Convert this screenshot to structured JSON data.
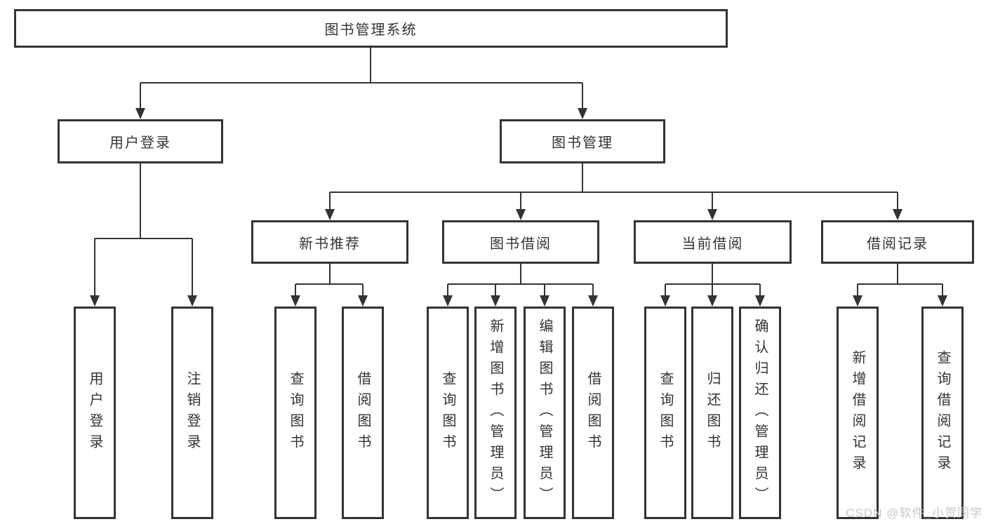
{
  "diagram": {
    "title": "图书管理系统",
    "nodes": {
      "root": {
        "label": "图书管理系统"
      },
      "user_login": {
        "label": "用户登录"
      },
      "book_mgmt": {
        "label": "图书管理"
      },
      "new_rec": {
        "label": "新书推荐"
      },
      "book_borrow": {
        "label": "图书借阅"
      },
      "current_borrow": {
        "label": "当前借阅"
      },
      "borrow_record": {
        "label": "借阅记录"
      },
      "leaf_user_login": {
        "label": "用户登录"
      },
      "leaf_logout": {
        "label": "注销登录"
      },
      "leaf_query_book_rec": {
        "label": "查询图书"
      },
      "leaf_borrow_book_rec": {
        "label": "借阅图书"
      },
      "leaf_query_book_borrow": {
        "label": "查询图书"
      },
      "leaf_add_book_admin": {
        "label": "新增图书（管理员）"
      },
      "leaf_edit_book_admin": {
        "label": "编辑图书（管理员）"
      },
      "leaf_borrow_book": {
        "label": "借阅图书"
      },
      "leaf_query_book_current": {
        "label": "查询图书"
      },
      "leaf_return_book": {
        "label": "归还图书"
      },
      "leaf_confirm_return_admin": {
        "label": "确认归还（管理员）"
      },
      "leaf_add_borrow_record": {
        "label": "新增借阅记录"
      },
      "leaf_query_borrow_record": {
        "label": "查询借阅记录"
      }
    },
    "edges": [
      {
        "from": "图书管理系统",
        "to": "用户登录"
      },
      {
        "from": "图书管理系统",
        "to": "图书管理"
      },
      {
        "from": "用户登录",
        "to": "用户登录"
      },
      {
        "from": "用户登录",
        "to": "注销登录"
      },
      {
        "from": "图书管理",
        "to": "新书推荐"
      },
      {
        "from": "图书管理",
        "to": "图书借阅"
      },
      {
        "from": "图书管理",
        "to": "当前借阅"
      },
      {
        "from": "图书管理",
        "to": "借阅记录"
      },
      {
        "from": "新书推荐",
        "to": "查询图书"
      },
      {
        "from": "新书推荐",
        "to": "借阅图书"
      },
      {
        "from": "图书借阅",
        "to": "查询图书"
      },
      {
        "from": "图书借阅",
        "to": "新增图书（管理员）"
      },
      {
        "from": "图书借阅",
        "to": "编辑图书（管理员）"
      },
      {
        "from": "图书借阅",
        "to": "借阅图书"
      },
      {
        "from": "当前借阅",
        "to": "查询图书"
      },
      {
        "from": "当前借阅",
        "to": "归还图书"
      },
      {
        "from": "当前借阅",
        "to": "确认归还（管理员）"
      },
      {
        "from": "借阅记录",
        "to": "新增借阅记录"
      },
      {
        "from": "借阅记录",
        "to": "查询借阅记录"
      }
    ],
    "line_color": "#333333",
    "watermark": "CSDN @软件_小贺同学"
  }
}
